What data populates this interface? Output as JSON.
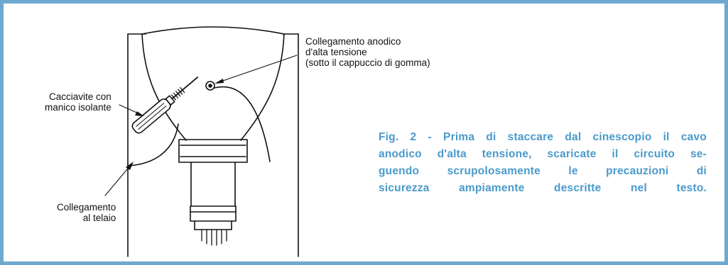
{
  "labels": {
    "anode": [
      "Collegamento anodico",
      "d'alta tensione",
      "(sotto il cappuccio di gomma)"
    ],
    "screwdriver": [
      "Cacciavite con",
      "manico isolante"
    ],
    "chassis": [
      "Collegamento",
      "al telaio"
    ]
  },
  "caption": [
    "Fig. 2 - Prima di staccare dal cinescopio il cavo",
    "anodico d'alta tensione, scaricate il circuito se-",
    "guendo scrupolosamente le precauzioni di",
    "sicurezza ampiamente descritte nel testo."
  ],
  "colors": {
    "frame": "#6fa8cf",
    "caption_text": "#4a9acb",
    "drawing": "#111111"
  }
}
